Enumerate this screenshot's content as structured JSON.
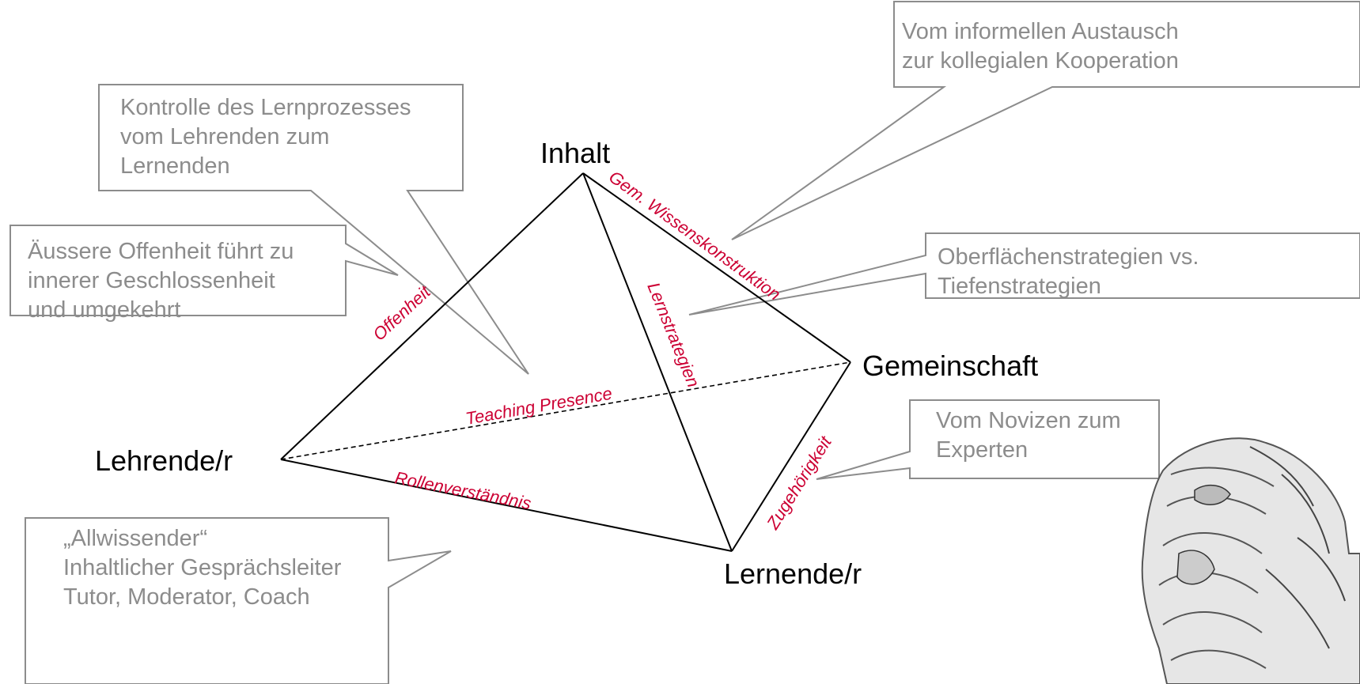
{
  "nodes": {
    "inhalt": "Inhalt",
    "gemeinschaft": "Gemeinschaft",
    "lehrende": "Lehrende/r",
    "lernende": "Lernende/r"
  },
  "edges": {
    "offenheit": "Offenheit",
    "wissenskonstruktion": "Gem. Wissenskonstruktion",
    "lernstrategien": "Lernstrategien",
    "teaching_presence": "Teaching Presence",
    "zugehoerigkeit": "Zugehörigkeit",
    "rollenverstaendnis": "Rollenverständnis"
  },
  "callouts": {
    "kooperation": "Vom informellen Austausch\nzur kollegialen Kooperation",
    "kontrolle": "Kontrolle des Lernprozesses\nvom Lehrenden zum\nLernenden",
    "offenheit": "Äussere Offenheit führt zu\ninnerer Geschlossenheit\nund umgekehrt",
    "strategien": "Oberflächenstrategien vs.\nTiefenstrategien",
    "novize": "Vom Novizen zum\nExperten",
    "rollen": "„Allwissender“\nInhaltlicher Gesprächsleiter\nTutor, Moderator, Coach"
  },
  "colors": {
    "edge_label": "#cc0033",
    "callout_text": "#8c8c8c",
    "callout_border": "#8c8c8c",
    "line": "#000000"
  }
}
